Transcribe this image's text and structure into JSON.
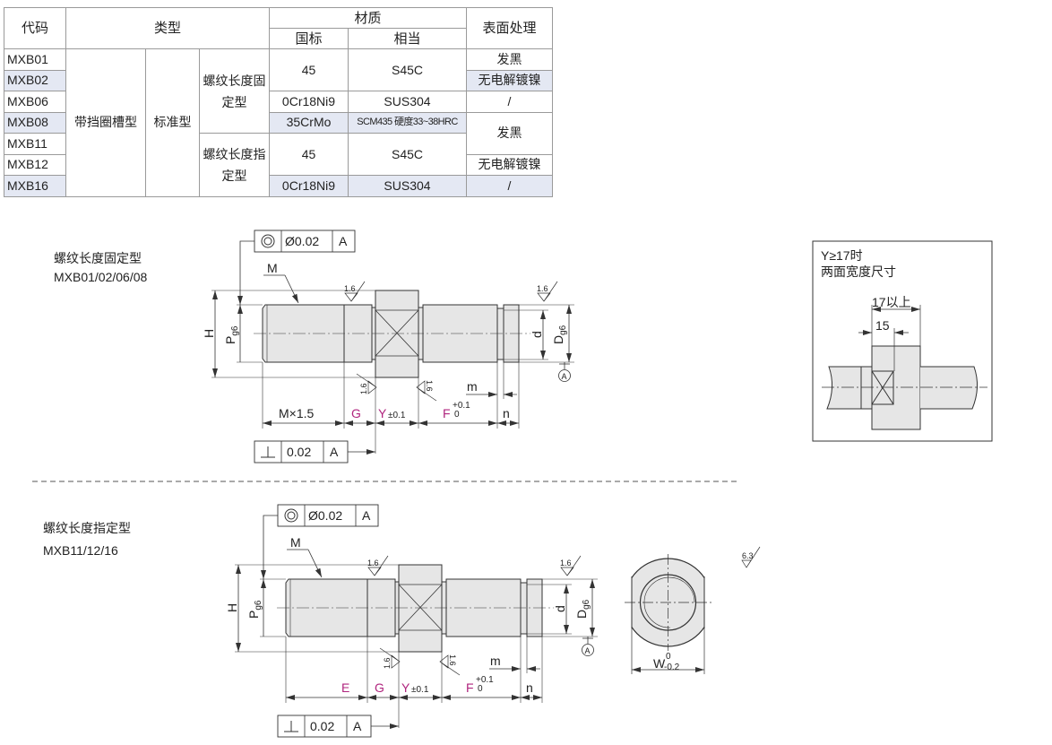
{
  "table": {
    "headers": {
      "code": "代码",
      "type": "类型",
      "material": "材质",
      "gb": "国标",
      "equivalent": "相当",
      "surface": "表面处理"
    },
    "category": "带挡圈槽型",
    "subtype": "标准型",
    "thread_fixed": "螺纹长度固定型",
    "thread_specified": "螺纹长度指定型",
    "rows": [
      {
        "code": "MXB01",
        "gb": "45",
        "equivalent": "S45C",
        "surface": "发黑"
      },
      {
        "code": "MXB02",
        "surface": "无电解镀镍"
      },
      {
        "code": "MXB06",
        "gb": "0Cr18Ni9",
        "equivalent": "SUS304",
        "surface": "/"
      },
      {
        "code": "MXB08",
        "gb": "35CrMo",
        "equivalent": "SCM435 硬度33~38HRC",
        "surface": "发黑"
      },
      {
        "code": "MXB11",
        "gb": "45",
        "equivalent": "S45C"
      },
      {
        "code": "MXB12",
        "surface": "无电解镀镍"
      },
      {
        "code": "MXB16",
        "gb": "0Cr18Ni9",
        "equivalent": "SUS304",
        "surface": "/"
      }
    ]
  },
  "drawing1": {
    "title": "螺纹长度固定型",
    "models": "MXB01/02/06/08",
    "fcf_top": {
      "tolerance": "Ø0.02",
      "datum": "A"
    },
    "fcf_bottom": {
      "tolerance": "0.02",
      "datum": "A"
    },
    "M": "M",
    "H": "H",
    "P": "P",
    "P_sub": "g6",
    "d": "d",
    "D": "D",
    "D_sub": "g6",
    "datum": "A",
    "roughness": "1.6",
    "dim_thread": "M×1.5",
    "G": "G",
    "Y": "Y",
    "Y_tol": "±0.1",
    "F": "F",
    "F_tol_upper": "+0.1",
    "F_tol_lower": "0",
    "m": "m",
    "n": "n"
  },
  "drawing2": {
    "title": "螺纹长度指定型",
    "models": "MXB11/12/16",
    "fcf_top": {
      "tolerance": "Ø0.02",
      "datum": "A"
    },
    "fcf_bottom": {
      "tolerance": "0.02",
      "datum": "A"
    },
    "M": "M",
    "H": "H",
    "P": "P",
    "P_sub": "g6",
    "d": "d",
    "D": "D",
    "D_sub": "g6",
    "datum": "A",
    "roughness": "1.6",
    "dim_thread": "E",
    "G": "G",
    "Y": "Y",
    "Y_tol": "±0.1",
    "F": "F",
    "F_tol_upper": "+0.1",
    "F_tol_lower": "0",
    "m": "m",
    "n": "n"
  },
  "inset": {
    "line1": "Y≥17时",
    "line2": "两面宽度尺寸",
    "dim_outer": "17以上",
    "dim_inner": "15"
  },
  "end_view": {
    "W": "W",
    "W_upper": "0",
    "W_lower": "-0.2",
    "roughness": "6.3"
  },
  "colors": {
    "highlight": "#b0257e",
    "row_shade": "#e4e8f3",
    "part_fill": "#e6e6e6"
  }
}
